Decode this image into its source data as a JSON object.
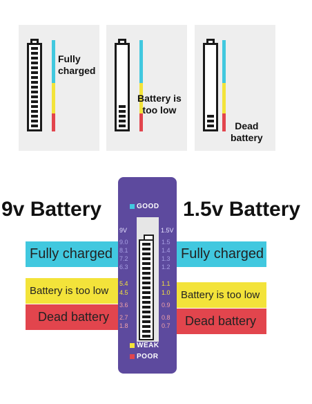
{
  "cards": [
    {
      "label_lines": [
        "Fully",
        "charged"
      ]
    },
    {
      "label_lines": [
        "Battery is",
        "too low"
      ]
    },
    {
      "label_lines": [
        "Dead",
        "battery"
      ]
    }
  ],
  "titles": {
    "left": "9v Battery",
    "right": "1.5v Battery"
  },
  "bands": {
    "left": [
      "Fully charged",
      "Battery is too low",
      "Dead battery"
    ],
    "right": [
      "Fully charged",
      "Battery is too low",
      "Dead battery"
    ]
  },
  "tester": {
    "good_label": "GOOD",
    "weak_label": "WEAK",
    "poor_label": "POOR",
    "left_unit": "9V",
    "right_unit": "1.5V",
    "left_scale": [
      "9.0",
      "8.1",
      "7.2",
      "6.3",
      "5.4",
      "4.5",
      "3.6",
      "2.7",
      "1.8"
    ],
    "right_scale": [
      "1.5",
      "1.4",
      "1.3",
      "1.2",
      "1.1",
      "1.0",
      "0.9",
      "0.8",
      "0.7"
    ]
  },
  "colors": {
    "full": "#41c8df",
    "low": "#f3e33a",
    "dead": "#e2454d",
    "tester": "#5d4a9e"
  }
}
